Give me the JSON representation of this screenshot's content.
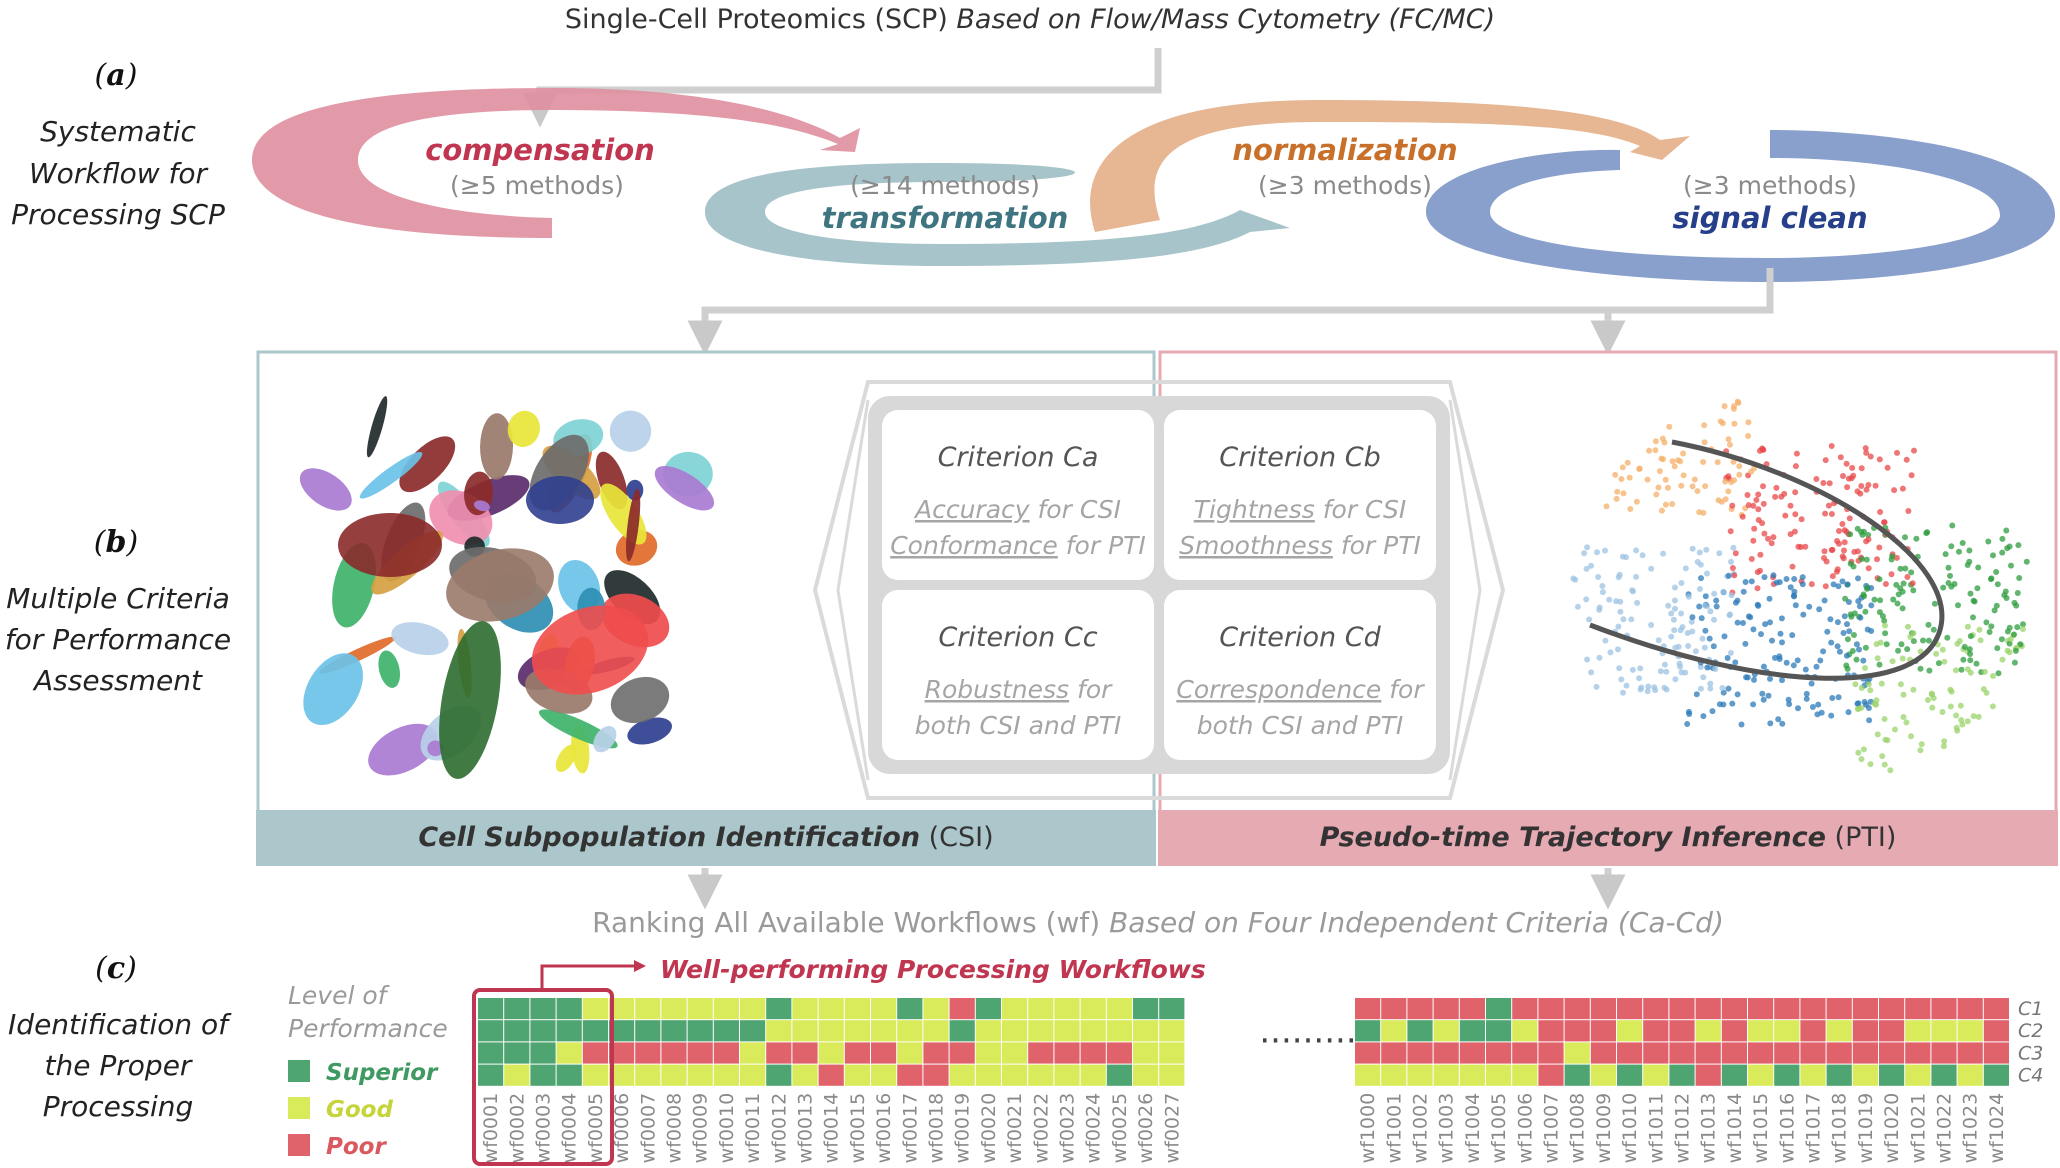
{
  "header": {
    "title_plain": "Single-Cell Proteomics (SCP) ",
    "title_italic": "Based on Flow/Mass Cytometry (FC/MC)"
  },
  "panel_a": {
    "letter": "a",
    "label_lines": [
      "Systematic",
      "Workflow for",
      "Processing SCP"
    ],
    "steps": [
      {
        "name": "compensation",
        "count": "(≥5 methods)",
        "color": "#c0354f",
        "arrow_color": "#df8f9f"
      },
      {
        "name": "transformation",
        "count": "(≥14 methods)",
        "color": "#3f7580",
        "arrow_color": "#9fbfc5"
      },
      {
        "name": "normalization",
        "count": "(≥3 methods)",
        "color": "#c8702a",
        "arrow_color": "#e5b08a"
      },
      {
        "name": "signal clean",
        "count": "(≥3 methods)",
        "color": "#263f8a",
        "arrow_color": "#8098c8"
      }
    ]
  },
  "panel_b": {
    "letter": "b",
    "label_lines": [
      "Multiple Criteria",
      "for Performance",
      "Assessment"
    ],
    "csi_bold": "Cell Subpopulation Identification",
    "csi_abbr": " (CSI)",
    "pti_bold": "Pseudo-time Trajectory Inference",
    "pti_abbr": " (PTI)",
    "csi_color": "#acc7cc",
    "pti_color": "#e6aab3",
    "criteria": [
      {
        "title": "Criterion Ca",
        "line1_u": "Accuracy",
        "line1_r": " for CSI",
        "line2_u": "Conformance",
        "line2_r": " for PTI"
      },
      {
        "title": "Criterion Cb",
        "line1_u": "Tightness",
        "line1_r": " for CSI",
        "line2_u": "Smoothness",
        "line2_r": " for PTI"
      },
      {
        "title": "Criterion Cc",
        "line1_u": "Robustness",
        "line1_r": " for",
        "line2_u": "",
        "line2_r": "both CSI and PTI"
      },
      {
        "title": "Criterion Cd",
        "line1_u": "Correspondence",
        "line1_r": " for",
        "line2_u": "",
        "line2_r": "both CSI and PTI"
      }
    ]
  },
  "ranking": {
    "plain": "Ranking All Available Workflows (wf) ",
    "italic": "Based on Four Independent  Criteria (Ca-Cd)"
  },
  "panel_c": {
    "letter": "c",
    "label_lines": [
      "Identification of",
      "the Proper",
      "Processing"
    ],
    "legend_title": [
      "Level of",
      "Performance"
    ],
    "legend": [
      {
        "label": "Superior",
        "color": "#4fa571",
        "text_color": "#3f9a62"
      },
      {
        "label": "Good",
        "color": "#d9ea5b",
        "text_color": "#c4d43a"
      },
      {
        "label": "Poor",
        "color": "#e0636b",
        "text_color": "#d9595f"
      }
    ],
    "callout": "Well-performing Processing Workflows",
    "callout_color": "#c0354f",
    "ellipsis": "·········",
    "rows": [
      "C1",
      "C2",
      "C3",
      "C4"
    ],
    "left_labels": [
      "wf0001",
      "wf0002",
      "wf0003",
      "wf0004",
      "wf0005",
      "wf0006",
      "wf0007",
      "wf0008",
      "wf0009",
      "wf0010",
      "wf0011",
      "wf0012",
      "wf0013",
      "wf0014",
      "wf0015",
      "wf0016",
      "wf0017",
      "wf0018",
      "wf0019",
      "wf0020",
      "wf0021",
      "wf0022",
      "wf0023",
      "wf0024",
      "wf0025",
      "wf0026",
      "wf0027"
    ],
    "right_labels": [
      "wf1000",
      "wf1001",
      "wf1002",
      "wf1003",
      "wf1004",
      "wf1005",
      "wf1006",
      "wf1007",
      "wf1008",
      "wf1009",
      "wf1010",
      "wf1011",
      "wf1012",
      "wf1013",
      "wf1014",
      "wf1015",
      "wf1016",
      "wf1017",
      "wf1018",
      "wf1019",
      "wf1020",
      "wf1021",
      "wf1022",
      "wf1023",
      "wf1024"
    ],
    "left_grid": [
      "SSSSGGGGGGGSGGGGSGPSGGGGGSS",
      "SSSSSSSSSSSGGGGGGGSGGGGGGGG",
      "SSSGPPPPPPGPPGPPGPPGGPPPPGG",
      "SGSSGGGGGGGSGPGGPPGGGGGGSGG"
    ],
    "right_grid": [
      "PPPPPSPPPPPPPPPPPPPPPPPPP",
      "SGSGSSGPPPGPPGPGGPGPPGGGP",
      "PPPPPPPPGPPPPPPPPPPPPPPPP",
      "GGGGGGGPSGSGSPSGSGSGSGSGS"
    ]
  }
}
